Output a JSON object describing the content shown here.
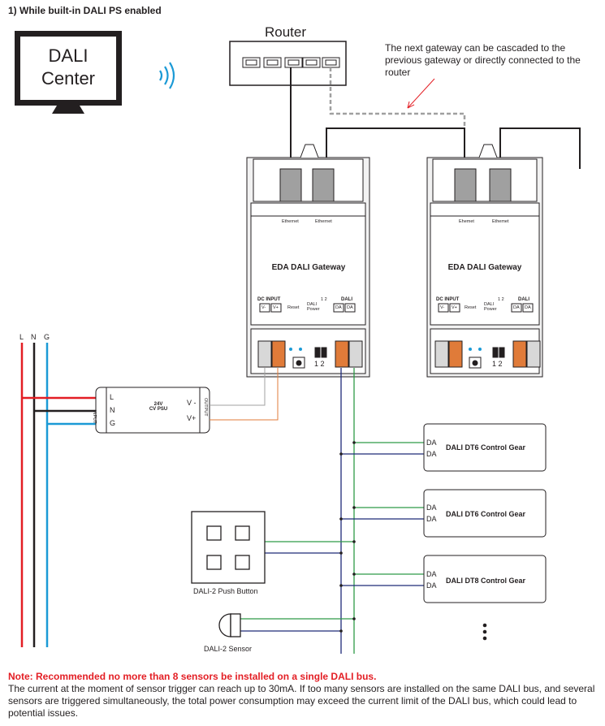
{
  "heading": "1) While built-in DALI PS enabled",
  "router": {
    "label": "Router"
  },
  "cascade_note": "The next gateway can be cascaded to the previous gateway or directly connected to the router",
  "dali_center": {
    "line1": "DALI",
    "line2": "Center"
  },
  "gateways": [
    {
      "name": "EDA DALI Gateway",
      "eth1": "Ethernet",
      "eth2": "Ethernet",
      "dc_input": "DC INPUT",
      "v_minus": "V-",
      "v_plus": "V+",
      "reset": "Reset",
      "dali_power": "DALI Power",
      "switch_numbers": "1 2",
      "dali": "DALI",
      "da": "DA"
    },
    {
      "name": "EDA DALI Gateway",
      "eth1": "Ehemet",
      "eth2": "Ethemet",
      "dc_input": "DC INPUT",
      "v_minus": "V-",
      "v_plus": "V+",
      "reset": "Reset",
      "dali_power": "DALI Power",
      "switch_numbers": "1 2",
      "dali": "DALI",
      "da": "DA"
    }
  ],
  "mains": {
    "l": "L",
    "n": "N",
    "g": "G"
  },
  "psu": {
    "model_line1": "24V",
    "model_line2": "CV PSU",
    "in_l": "L",
    "in_n": "N",
    "in_g": "G",
    "input_label": "INPUT",
    "output_label": "OUTPUT",
    "out_minus": "V -",
    "out_plus": "V+"
  },
  "control_gears": [
    {
      "label": "DALI DT6 Control Gear",
      "da1": "DA",
      "da2": "DA"
    },
    {
      "label": "DALI DT6 Control Gear",
      "da1": "DA",
      "da2": "DA"
    },
    {
      "label": "DALI DT8 Control Gear",
      "da1": "DA",
      "da2": "DA"
    }
  ],
  "push_button": {
    "label": "DALI-2 Push Button"
  },
  "sensor": {
    "label": "DALI-2 Sensor"
  },
  "colors": {
    "red": "#e31e24",
    "blue": "#1b9ad6",
    "green": "#2e9a47",
    "navy": "#1e2a78",
    "orange": "#e07b39",
    "grey": "#a0a0a0",
    "black": "#231f20"
  },
  "footer": {
    "note_title": "Note: Recommended  no more than 8 sensors be installed on a single DALI bus.",
    "note_body": "The current at the moment of sensor trigger can reach up to 30mA. If too many sensors are installed on the same DALI bus, and several sensors are triggered simultaneously, the total power consumption may exceed the current limit of the DALI bus, which could lead to potential issues."
  }
}
